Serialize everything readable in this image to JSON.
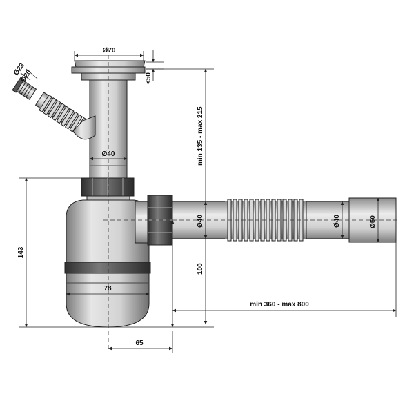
{
  "drawing": {
    "labels": {
      "flange_diameter": "Ø70",
      "side_outer": "Ø23",
      "side_inner": "Ø20",
      "flange_height": "<50",
      "pipe_diameter": "Ø40",
      "height_range": "min 135 - max 215",
      "outlet_diameter": "Ø40",
      "hose_diameter": "Ø40",
      "end_diameter": "Ø50",
      "bottle_height": "143",
      "outlet_height": "100",
      "bottle_width": "78",
      "length_range": "min 360 - max 800",
      "offset": "65"
    },
    "colors": {
      "line": "#222222",
      "body_light": "#e4e4e4",
      "body_mid": "#c8c8c8",
      "body_dark": "#8a8a8a",
      "band": "#4a4a4a"
    }
  }
}
